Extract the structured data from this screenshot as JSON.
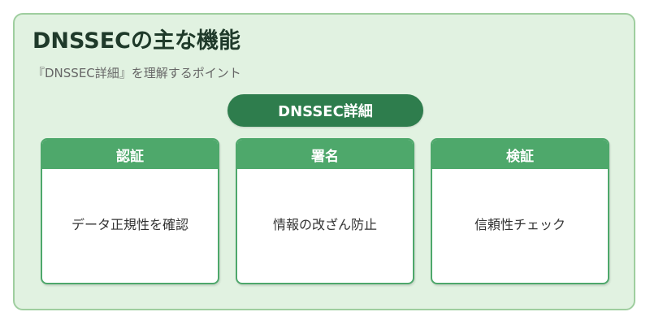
{
  "title": "DNSSECの主な機能",
  "subtitle": "『DNSSEC詳細』を理解するポイント",
  "hub": {
    "label": "DNSSEC詳細"
  },
  "cards": [
    {
      "heading": "認証",
      "description": "データ正規性を確認"
    },
    {
      "heading": "署名",
      "description": "情報の改ざん防止"
    },
    {
      "heading": "検証",
      "description": "信頼性チェック"
    }
  ],
  "colors": {
    "background": "#e1f2e1",
    "border": "#9fce9f",
    "hub": "#2e7d4d",
    "card_header": "#4ea86b"
  }
}
